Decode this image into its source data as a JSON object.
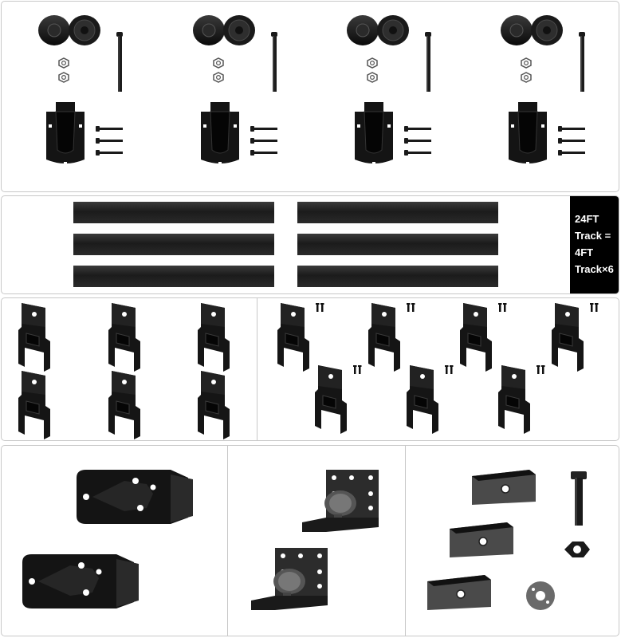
{
  "sections": [
    {
      "id": "roller-kits",
      "count": 4
    },
    {
      "id": "track",
      "count": 6
    },
    {
      "id": "brackets",
      "count": 13
    },
    {
      "id": "accessories",
      "count": 3
    }
  ],
  "track_label": {
    "line1": "24FT",
    "line2": "Track =",
    "line3": "4FT",
    "line4": "Track×6"
  },
  "colors": {
    "hardware": "#111111",
    "highlight": "#3a3a3a",
    "background": "#ffffff",
    "badge": "#000000"
  }
}
